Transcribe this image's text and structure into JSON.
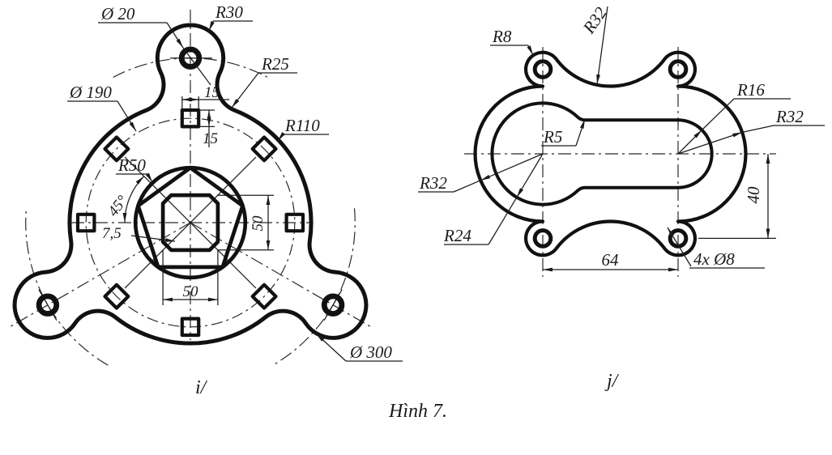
{
  "figure": {
    "caption": "Hình 7."
  },
  "left_drawing": {
    "label": "i/",
    "dims": {
      "d20": "Ø 20",
      "r30": "R30",
      "r25": "R25",
      "d190": "Ø 190",
      "r110": "R110",
      "r50": "R50",
      "s15a": "15",
      "s15b": "15",
      "a45": "45°",
      "c75": "7,5",
      "w50v": "50",
      "w50h": "50",
      "d300": "Ø 300"
    }
  },
  "right_drawing": {
    "label": "j/",
    "dims": {
      "r8": "R8",
      "r32_top": "R32",
      "r16": "R16",
      "r32_right": "R32",
      "r5": "R5",
      "r32_left": "R32",
      "r24": "R24",
      "h40": "40",
      "w64": "64",
      "holes": "4x Ø8"
    }
  }
}
